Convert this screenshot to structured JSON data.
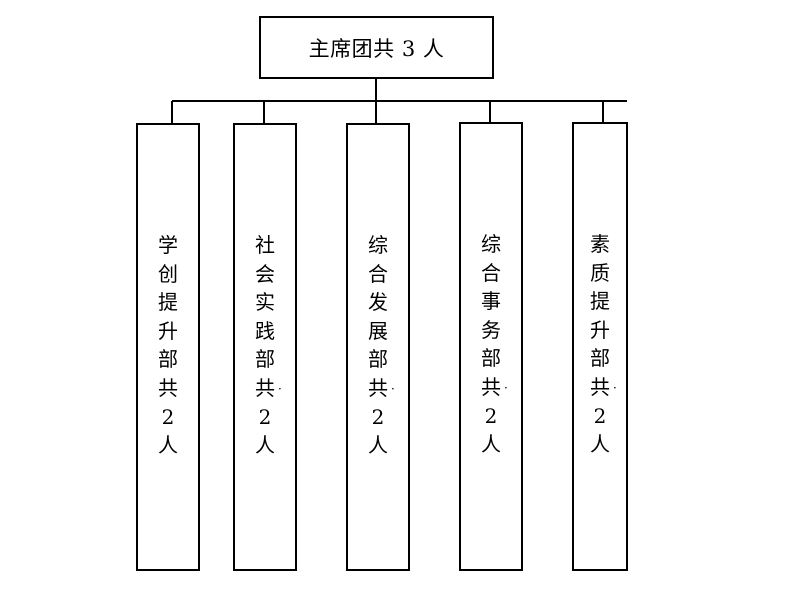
{
  "top": {
    "title": "主席团共 3 人"
  },
  "departments": [
    {
      "lines": [
        "学",
        "创",
        "提",
        "升",
        "部",
        "共",
        "2",
        "人"
      ],
      "mark": ""
    },
    {
      "lines": [
        "社",
        "会",
        "实",
        "践",
        "部",
        "共",
        "2",
        "人"
      ],
      "mark": "·"
    },
    {
      "lines": [
        "综",
        "合",
        "发",
        "展",
        "部",
        "共",
        "2",
        "人"
      ],
      "mark": "·"
    },
    {
      "lines": [
        "综",
        "合",
        "事",
        "务",
        "部",
        "共",
        "2",
        "人"
      ],
      "mark": "·"
    },
    {
      "lines": [
        "素",
        "质",
        "提",
        "升",
        "部",
        "共",
        "2",
        "人"
      ],
      "mark": "·"
    }
  ]
}
